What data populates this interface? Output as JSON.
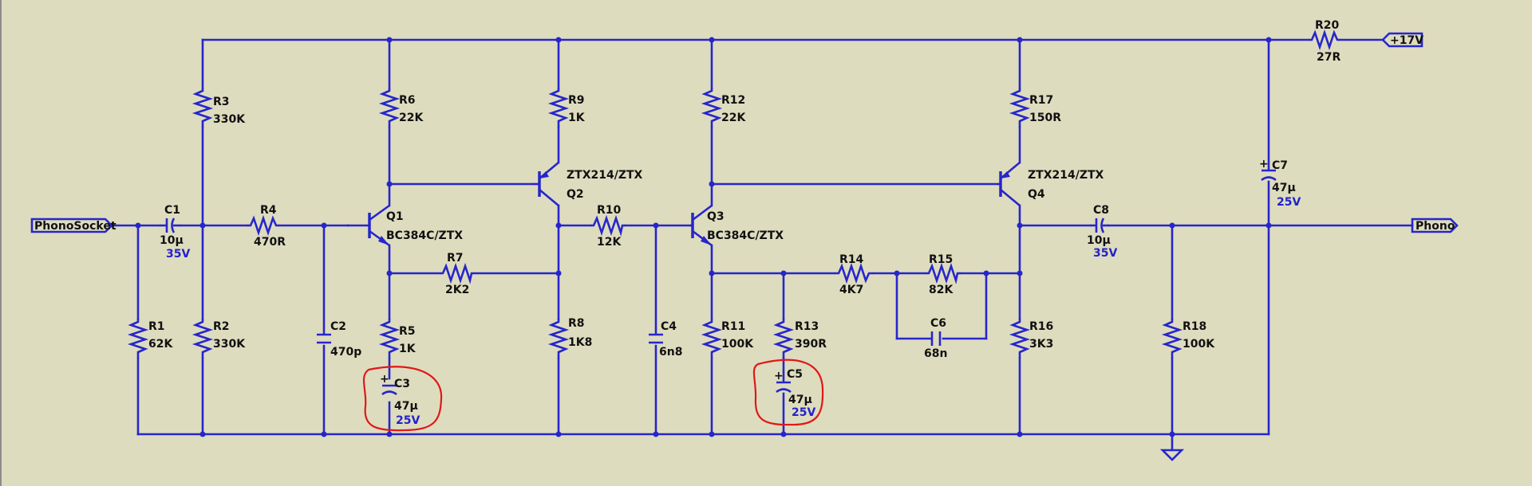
{
  "ports": {
    "input": "PhonoSocket",
    "output": "Phono",
    "supply": "+17V"
  },
  "resistors": [
    {
      "ref": "R1",
      "value": "62K"
    },
    {
      "ref": "R2",
      "value": "330K"
    },
    {
      "ref": "R3",
      "value": "330K"
    },
    {
      "ref": "R4",
      "value": "470R"
    },
    {
      "ref": "R5",
      "value": "1K"
    },
    {
      "ref": "R6",
      "value": "22K"
    },
    {
      "ref": "R7",
      "value": "2K2"
    },
    {
      "ref": "R8",
      "value": "1K8"
    },
    {
      "ref": "R9",
      "value": "1K"
    },
    {
      "ref": "R10",
      "value": "12K"
    },
    {
      "ref": "R11",
      "value": "100K"
    },
    {
      "ref": "R12",
      "value": "22K"
    },
    {
      "ref": "R13",
      "value": "390R"
    },
    {
      "ref": "R14",
      "value": "4K7"
    },
    {
      "ref": "R15",
      "value": "82K"
    },
    {
      "ref": "R16",
      "value": "3K3"
    },
    {
      "ref": "R17",
      "value": "150R"
    },
    {
      "ref": "R18",
      "value": "100K"
    },
    {
      "ref": "R20",
      "value": "27R"
    }
  ],
  "capacitors": [
    {
      "ref": "C1",
      "value": "10µ",
      "rating": "35V"
    },
    {
      "ref": "C2",
      "value": "470p",
      "rating": ""
    },
    {
      "ref": "C3",
      "value": "47µ",
      "rating": "25V"
    },
    {
      "ref": "C4",
      "value": "6n8",
      "rating": ""
    },
    {
      "ref": "C5",
      "value": "47µ",
      "rating": "25V"
    },
    {
      "ref": "C6",
      "value": "68n",
      "rating": ""
    },
    {
      "ref": "C7",
      "value": "47µ",
      "rating": "25V"
    },
    {
      "ref": "C8",
      "value": "10µ",
      "rating": "35V"
    }
  ],
  "transistors": [
    {
      "ref": "Q1",
      "model": "BC384C/ZTX"
    },
    {
      "ref": "Q2",
      "model": "ZTX214/ZTX"
    },
    {
      "ref": "Q3",
      "model": "BC384C/ZTX"
    },
    {
      "ref": "Q4",
      "model": "ZTX214/ZTX"
    }
  ],
  "highlights": [
    "C3",
    "C5"
  ],
  "colors": {
    "background": "#dedcbe",
    "wire": "#2626cc",
    "rating_text": "#2222cc",
    "highlight": "#e01818"
  }
}
